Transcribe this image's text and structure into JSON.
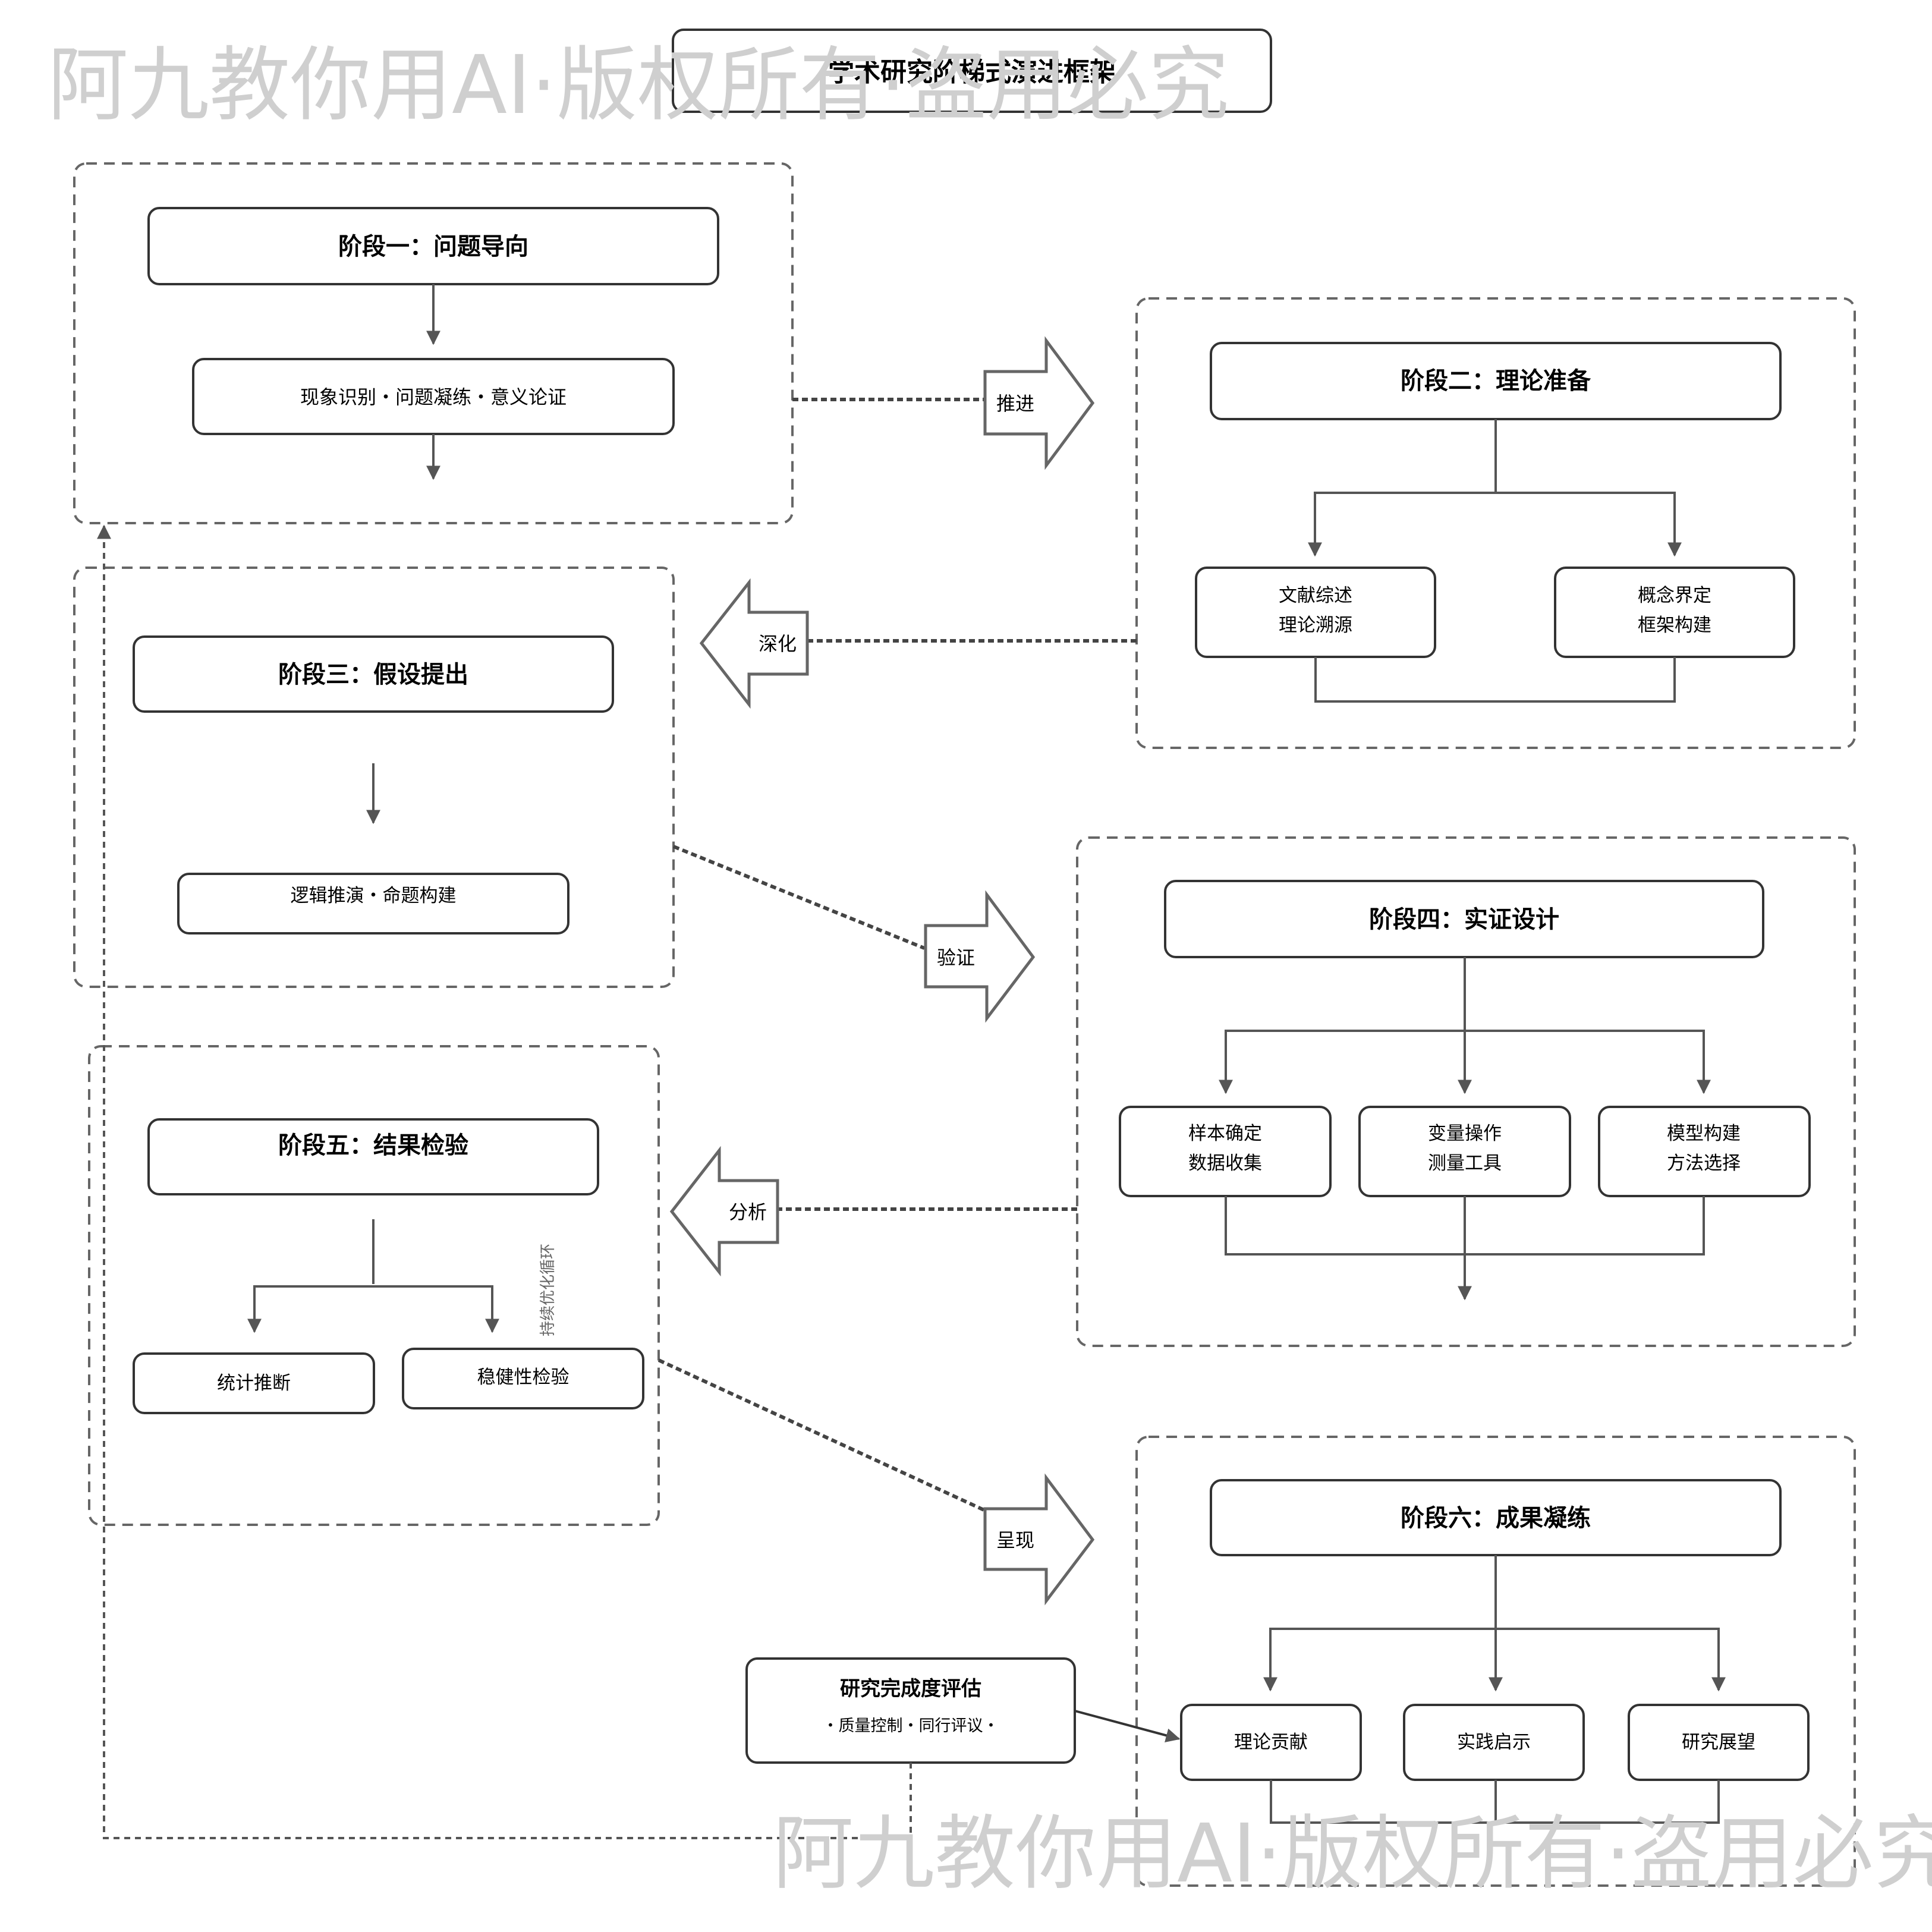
{
  "watermark": "阿九教你用AI·版权所有·盗用必究",
  "title": "学术研究阶梯式演进框架",
  "stage1": {
    "title": "阶段一：问题导向",
    "content": "现象识别・问题凝练・意义论证"
  },
  "stage2": {
    "title": "阶段二：理论准备",
    "items": [
      {
        "line1": "文献综述",
        "line2": "理论溯源"
      },
      {
        "line1": "概念界定",
        "line2": "框架构建"
      }
    ]
  },
  "stage3": {
    "title": "阶段三：假设提出",
    "content": "逻辑推演・命题构建"
  },
  "stage4": {
    "title": "阶段四：实证设计",
    "items": [
      {
        "line1": "样本确定",
        "line2": "数据收集"
      },
      {
        "line1": "变量操作",
        "line2": "测量工具"
      },
      {
        "line1": "模型构建",
        "line2": "方法选择"
      }
    ]
  },
  "stage5": {
    "title": "阶段五：结果检验",
    "items": [
      "统计推断",
      "稳健性检验"
    ],
    "loop_label": "持续优化循环"
  },
  "stage6": {
    "title": "阶段六：成果凝练",
    "items": [
      "理论贡献",
      "实践启示",
      "研究展望"
    ]
  },
  "transitions": {
    "advance": "推进",
    "deepen": "深化",
    "verify": "验证",
    "analyze": "分析",
    "present": "呈现"
  },
  "evaluation": {
    "title": "研究完成度评估",
    "subtitle": "・质量控制・同行评议・"
  },
  "colors": {
    "stroke": "#333333",
    "dashed": "#666666",
    "arrow": "#555555",
    "watermark": "#cfcfcf"
  }
}
